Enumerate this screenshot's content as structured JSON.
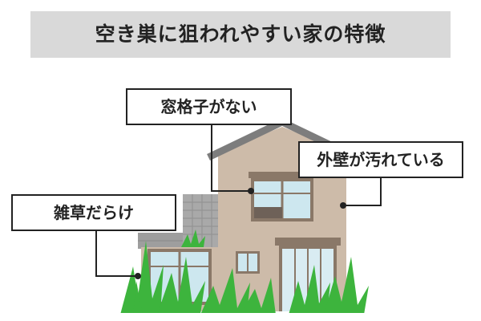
{
  "title": "空き巣に狙われやすい家の特徴",
  "callouts": {
    "window": "窓格子がない",
    "wall": "外壁が汚れている",
    "weeds": "雑草だらけ"
  },
  "colors": {
    "title_bg": "#d9d9d9",
    "wall": "#cdbba9",
    "roof": "#7d7d7d",
    "trim": "#8a7868",
    "window_glass": "#cde7ef",
    "grass": "#3db43d",
    "tile": "#a9a9a9"
  }
}
